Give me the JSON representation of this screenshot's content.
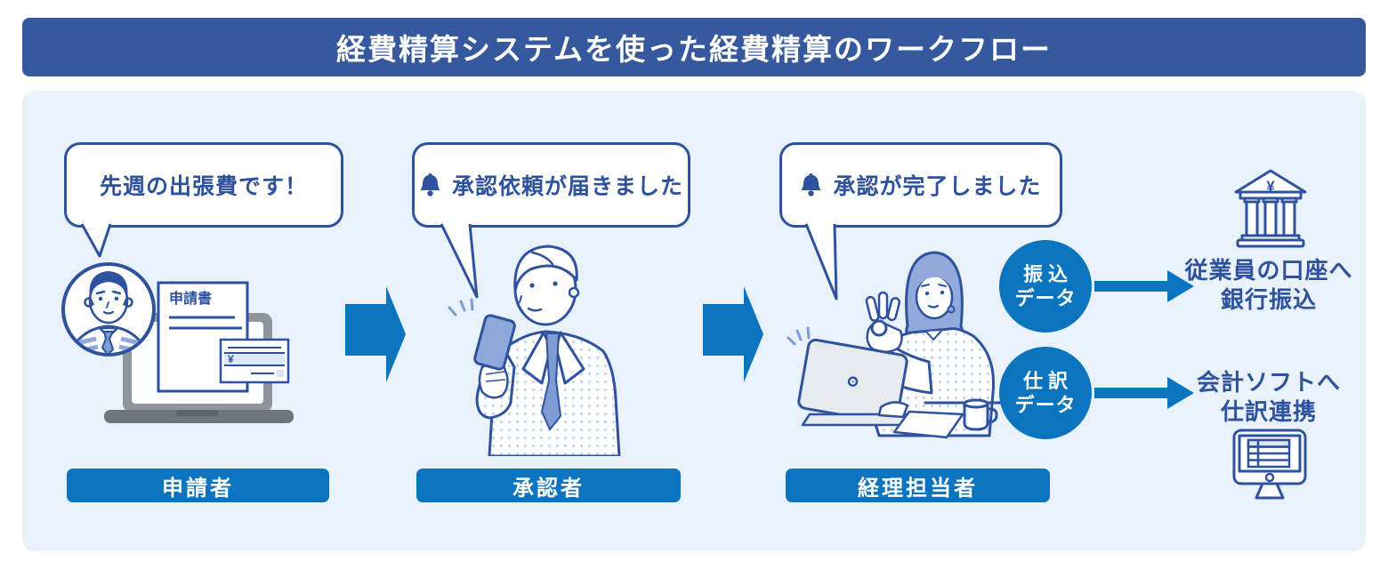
{
  "title": "経費精算システムを使った経費精算のワークフロー",
  "steps": [
    {
      "bubble_text": "先週の出張費です！",
      "role_label": "申請者",
      "illustration": "applicant-avatar-laptop-and-expense-form",
      "document_title": "申請書",
      "receipt_symbol": "¥"
    },
    {
      "bubble_text": "承認依頼が届きました",
      "bell_icon": "bell-icon",
      "role_label": "承認者",
      "illustration": "approver-checking-smartphone"
    },
    {
      "bubble_text": "承認が完了しました",
      "bell_icon": "bell-icon",
      "role_label": "経理担当者",
      "illustration": "accounting-staff-ok-sign-at-laptop"
    }
  ],
  "outputs": [
    {
      "badge_line1": "振込",
      "badge_line2": "データ",
      "dest_line1": "従業員の口座へ",
      "dest_line2": "銀行振込",
      "dest_icon": "bank-icon",
      "bank_symbol": "¥"
    },
    {
      "badge_line1": "仕訳",
      "badge_line2": "データ",
      "dest_line1": "会計ソフトへ",
      "dest_line2": "仕訳連携",
      "dest_icon": "accounting-software-monitor-icon"
    }
  ],
  "colors": {
    "header_bg": "#35599C",
    "panel_bg": "#E9F1FA",
    "accent_blue": "#0B74BE",
    "dark_blue": "#2E529E",
    "light_fill_blue": "#8FA8DC",
    "hair_blue": "#93A9DC"
  }
}
